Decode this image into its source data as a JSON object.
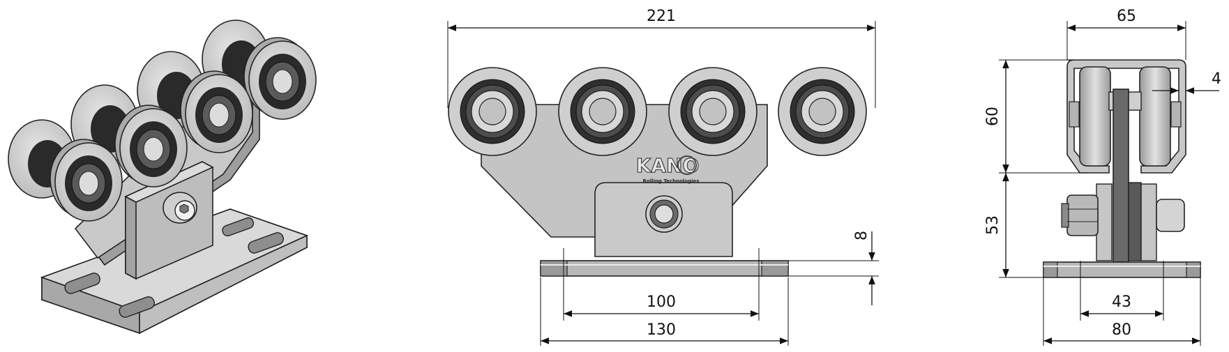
{
  "brand": {
    "logo_text": "KANO",
    "tagline": "Rolling Technologies"
  },
  "dimensions": {
    "front_width": "221",
    "base_hole_spacing": "100",
    "base_length": "130",
    "base_thickness": "8",
    "side_width": "65",
    "wall_thickness": "4",
    "rail_height": "60",
    "lower_height": "53",
    "side_hole_spacing": "43",
    "side_base_width": "80"
  },
  "colors": {
    "metal_light": "#d4d4d4",
    "metal_mid": "#b9b9b9",
    "metal_dark": "#8f8f8f",
    "bearing_dark": "#2a2a2a",
    "line": "#111111"
  }
}
